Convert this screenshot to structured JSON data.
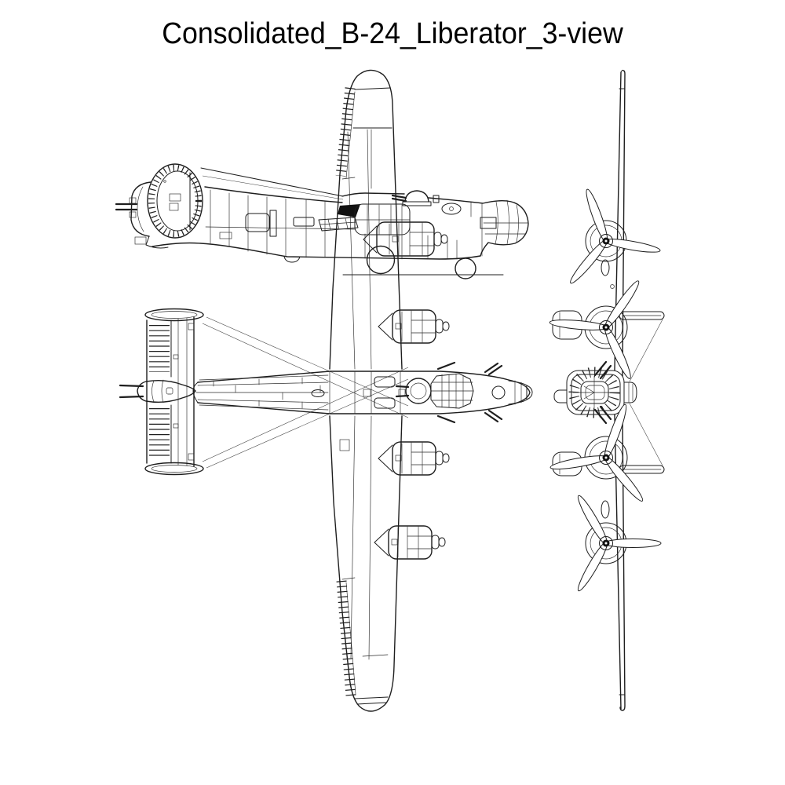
{
  "title": {
    "text": "Consolidated_B-24_Liberator_3-view",
    "color": "#000000"
  },
  "page": {
    "background": "#ffffff"
  },
  "drawing": {
    "line_color": "#1e1e1e",
    "style": "black-and-white technical blueprint line art",
    "views": [
      {
        "id": "side-view",
        "description": "left side profile of B-24 with twin-tail fin, tail turret, top turret, nose turret and landing gear"
      },
      {
        "id": "top-view",
        "description": "plan view, nose pointing right, four engine nacelles with spinners, twin fins edge-on, tail turret"
      },
      {
        "id": "front-view",
        "description": "head-on view rotated 90 degrees, wing vertical, four three-bladed propellers, fuselage cross-section with glazed nose"
      }
    ],
    "icons": [
      "propeller-icon",
      "spinner-icon",
      "wheel-icon",
      "turret-icon"
    ]
  }
}
